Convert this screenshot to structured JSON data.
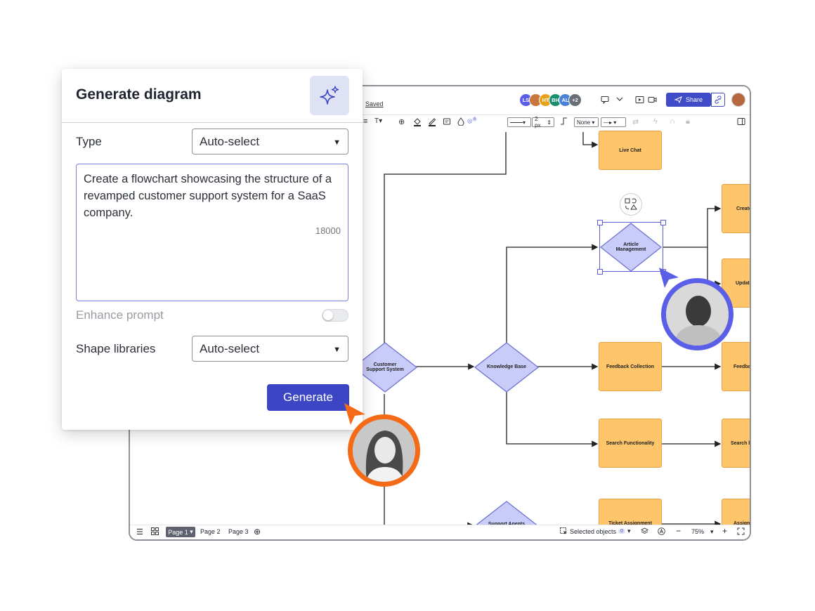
{
  "panel": {
    "title": "Generate diagram",
    "type_label": "Type",
    "type_value": "Auto-select",
    "prompt_text": "Create a flowchart showcasing the structure of a revamped customer support system for a SaaS company.",
    "char_count": "18000",
    "enhance_label": "Enhance prompt",
    "enhance_on": false,
    "shape_label": "Shape libraries",
    "shape_value": "Auto-select",
    "generate_label": "Generate",
    "accent_color": "#3c46c4"
  },
  "app": {
    "saved_label": "Saved",
    "collaborators": [
      {
        "initials": "LS",
        "color": "#5b5fe8"
      },
      {
        "initials": "",
        "color": "#c9753e"
      },
      {
        "initials": "HT",
        "color": "#e7a21c"
      },
      {
        "initials": "BH",
        "color": "#19906d"
      },
      {
        "initials": "AL",
        "color": "#4a82d8"
      },
      {
        "initials": "+2",
        "color": "#6b6f7a"
      }
    ],
    "share_label": "Share",
    "toolbar": {
      "stroke_width": "2 px",
      "arrow_start": "None",
      "badge_count": "8"
    },
    "pages": [
      "Page 1",
      "Page 2",
      "Page 3"
    ],
    "active_page": "Page 1",
    "selected_objects_label": "Selected objects",
    "selected_count": "0",
    "zoom": "75%"
  },
  "diagram": {
    "live_chat": "Live Chat",
    "create": "Create",
    "article_management": "Article Management",
    "update": "Update",
    "customer_support_system": "Customer Support System",
    "knowledge_base": "Knowledge Base",
    "feedback_collection": "Feedback Collection",
    "feedback": "Feedbac",
    "search_functionality": "Search Functionality",
    "search_by": "Search by",
    "support_agents": "Support Agents",
    "ticket_assignment": "Ticket Assignment",
    "assign": "Assign",
    "node_fill": "#ffc56b",
    "decision_fill": "#c9cbf8"
  }
}
